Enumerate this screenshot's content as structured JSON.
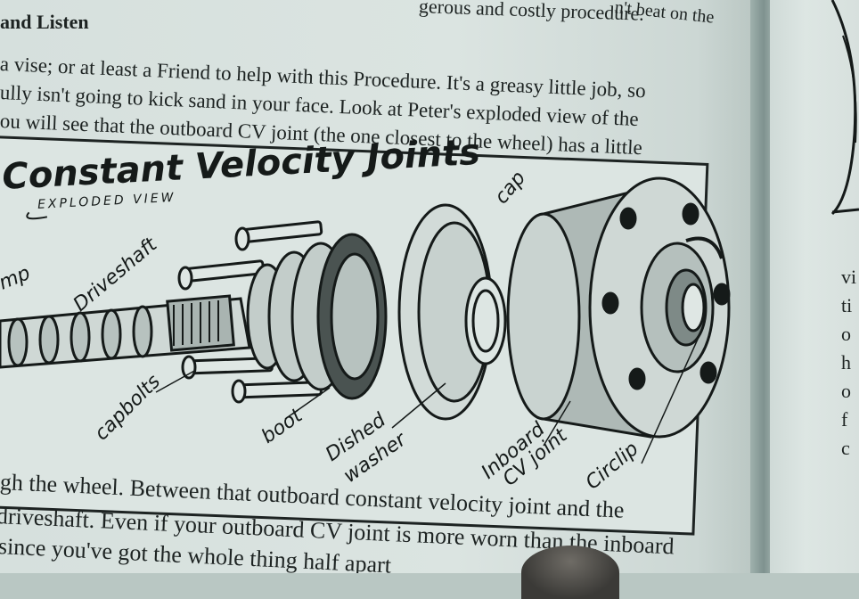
{
  "page": {
    "top_fragment_a": "gerous and costly procedure.",
    "top_fragment_b": "n't beat on the",
    "section_heading": "and Listen",
    "para1": [
      "a vise; or at least a Friend to help with this Procedure. It's a greasy little job, so",
      "ully isn't going to kick sand in your face. Look at Peter's exploded view of the",
      "ou will see that the outboard CV joint (the one closest to the wheel) has a little"
    ],
    "para2": [
      "gh the wheel. Between that outboard constant velocity joint and the",
      "driveshaft. Even if your outboard CV joint is more worn than the inboard",
      "since you've got the whole thing half apart"
    ]
  },
  "figure": {
    "title": "Constant Velocity Joints",
    "subtitle": "EXPLODED VIEW",
    "labels": {
      "clamp": "amp",
      "driveshaft": "Driveshaft",
      "capbolts": "capbolts",
      "boot": "boot",
      "dished_washer_1": "Dished",
      "dished_washer_2": "washer",
      "inboard_1": "Inboard",
      "inboard_2": "CV joint",
      "circlip": "Circlip",
      "cap": "cap"
    }
  },
  "right_page": {
    "letters": [
      "vi",
      "ti",
      "o",
      "h",
      "o",
      "f",
      "c"
    ]
  }
}
